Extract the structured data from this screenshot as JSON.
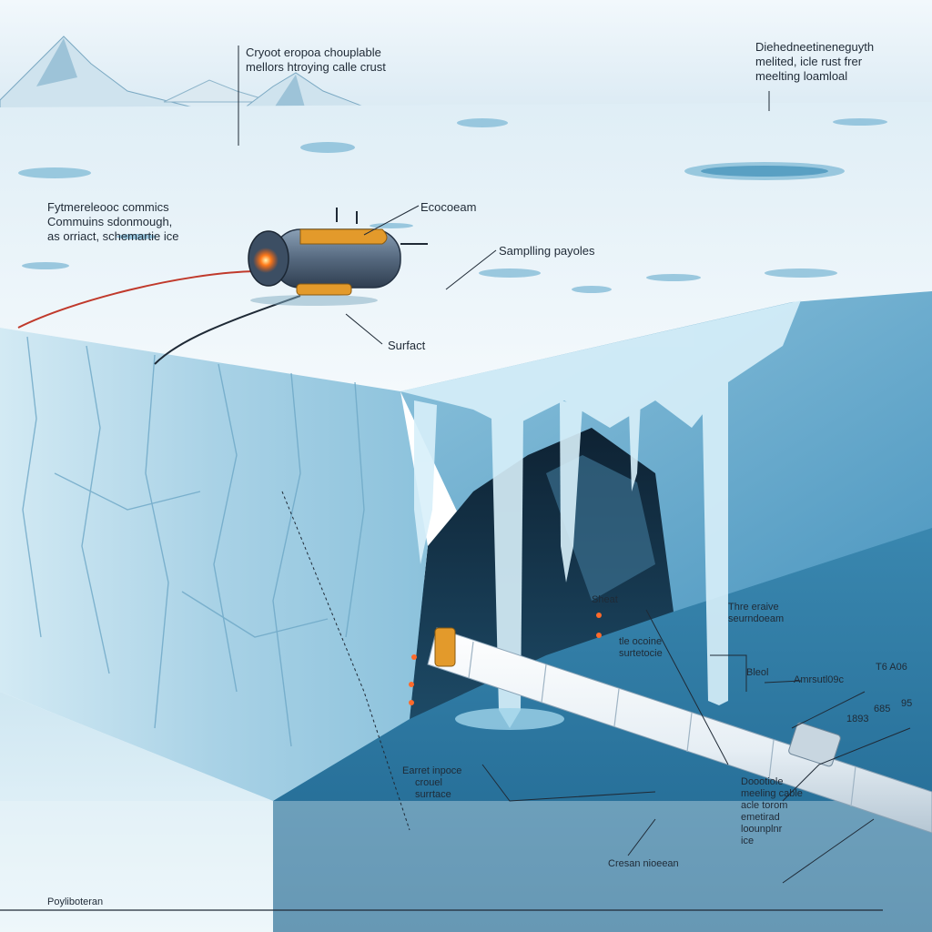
{
  "diagram": {
    "labels": {
      "top_center": [
        "Cryoot eropoa chouplable",
        "mellors htroying calle crust"
      ],
      "top_right": [
        "Diehedneetineneguyth",
        "melited, icle rust frer",
        "meelting loamloal"
      ],
      "left_mid": [
        "Fytmereleooc commics",
        "Commuins sdonmough,",
        "as orriact, schemartie ice"
      ],
      "ecoocam": "Ecocoeam",
      "sampling": "Samplling payoles",
      "surfact": "Surfact",
      "sheat": "Sheat",
      "thre_eraive": [
        "Thre eraive",
        "seurndoeam"
      ],
      "tle_ocoine": [
        "tle ocoine",
        "surtetocie"
      ],
      "bleol": "Bleol",
      "amrsutl": "Amrsutl09c",
      "t6a06": "T6 A06",
      "n1893": "1893",
      "n685": "685",
      "n95": "95",
      "earret": [
        "Earret inpoce",
        "crouel",
        "surrtace"
      ],
      "doootiole": [
        "Doootiole",
        "meeling cable",
        "acle torom",
        "emetirad",
        "loounplnr",
        "ice"
      ],
      "cresan": "Cresan nioeean",
      "poyliboteran": "Poyliboteran"
    },
    "colors": {
      "ice_top": "#eaf3f9",
      "ice_front": "#bfe0ef",
      "ice_dark": "#5fa6cc",
      "ocean": "#2f7fa8",
      "probe_orange": "#e39a2b",
      "probe_steel": "#5a6f86",
      "ink": "#1f2a36"
    }
  }
}
